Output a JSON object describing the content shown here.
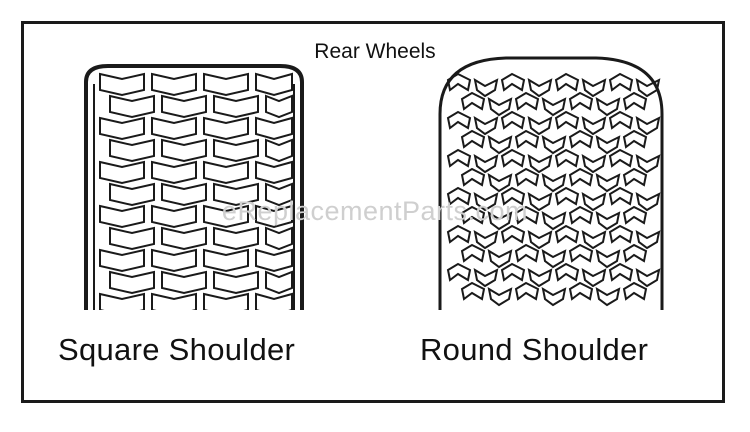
{
  "figure": {
    "title": "Rear Wheels",
    "left_caption": "Square Shoulder",
    "right_caption": "Round Shoulder",
    "watermark": "eReplacementParts.com"
  },
  "colors": {
    "ink": "#1a1a1a",
    "paper": "#ffffff",
    "watermark": "#cfcfcf"
  }
}
